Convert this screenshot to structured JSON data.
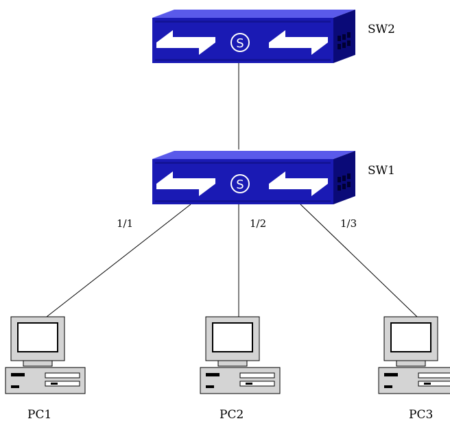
{
  "switches": [
    {
      "id": "sw2",
      "name": "SW2",
      "glyph": "S"
    },
    {
      "id": "sw1",
      "name": "SW1",
      "glyph": "S"
    }
  ],
  "ports": [
    "1/1",
    "1/2",
    "1/3"
  ],
  "pcs": [
    {
      "id": "pc1",
      "name": "PC1"
    },
    {
      "id": "pc2",
      "name": "PC2"
    },
    {
      "id": "pc3",
      "name": "PC3"
    }
  ],
  "colors": {
    "switch_front": "#1a1ab4",
    "switch_top": "#5a5aea",
    "switch_side": "#0a0a78",
    "pc_body": "#d4d4d4",
    "pc_screen": "#ffffff",
    "line": "#000000"
  }
}
